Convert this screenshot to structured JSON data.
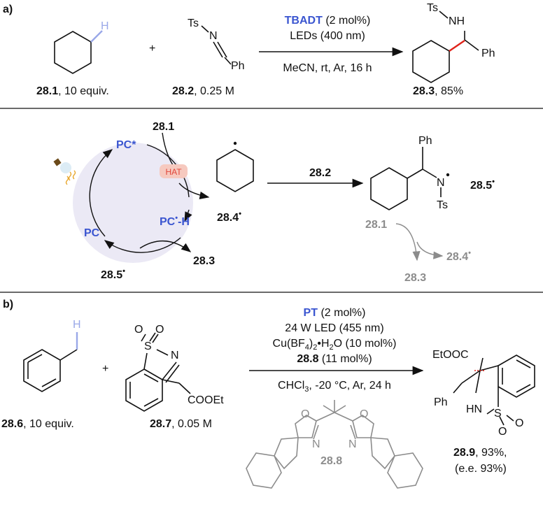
{
  "colors": {
    "accent_blue": "#3a55d0",
    "hat_red": "#e0463a",
    "hat_bg": "#f6c9bf",
    "bond_red": "#e0231a",
    "gray": "#8c8c8c",
    "cycle_fill": "#ebe9f5"
  },
  "section_a": {
    "label": "a)",
    "sm1_atom": "H",
    "sm1_id": "28.1",
    "sm1_info": ", 10 equiv.",
    "sm2_ts": "Ts",
    "sm2_n": "N",
    "sm2_ph": "Ph",
    "sm2_id": "28.2",
    "sm2_info": ", 0.25 M",
    "plus": "+",
    "cond_catalyst": "TBADT",
    "cond_cat_load": " (2 mol%)",
    "cond_light": "LEDs (400 nm)",
    "cond_solvent": "MeCN, rt, Ar, 16 h",
    "prod_ts": "Ts",
    "prod_nh": "NH",
    "prod_ph": "Ph",
    "prod_id": "28.3",
    "prod_info": ", 85%"
  },
  "mechanism": {
    "pc_star": "PC*",
    "pc": "PC",
    "pch": "PC",
    "pch_dot": "•",
    "pch_h": "-H",
    "hat": "HAT",
    "in_28_1": "28.1",
    "out_28_3": "28.3",
    "in_28_5": "28.5",
    "dot": "•",
    "radical_id": "28.4",
    "arrow_label": "28.2",
    "ts": "Ts",
    "n": "N",
    "ph": "Ph",
    "adduct_id": "28.5",
    "gray_28_1": "28.1",
    "gray_28_4": "28.4",
    "gray_28_3": "28.3"
  },
  "section_b": {
    "label": "b)",
    "sm1_atom": "H",
    "sm1_id": "28.6",
    "sm1_info": ", 10 equiv.",
    "plus": "+",
    "sm2_s": "S",
    "sm2_n": "N",
    "sm2_o1": "O",
    "sm2_o2": "O",
    "sm2_ester": "COOEt",
    "sm2_id": "28.7",
    "sm2_info": ", 0.05 M",
    "cond_catalyst": "PT",
    "cond_cat_load": " (2 mol%)",
    "cond_light": "24 W LED (455 nm)",
    "cond_cu": "Cu(BF",
    "cond_cu_sub": "4",
    "cond_cu_rest": ")",
    "cond_cu_sub2": "2",
    "cond_cu_tail": "•H",
    "cond_cu_sub3": "2",
    "cond_cu_end": "O (10 mol%)",
    "cond_ligand": "28.8",
    "cond_ligand_load": " (11 mol%)",
    "cond_solvent": "CHCl",
    "cond_solvent_sub": "3",
    "cond_solvent_rest": ", -20 °C, Ar, 24 h",
    "ligand_id": "28.8",
    "lig_o": "O",
    "lig_n": "N",
    "prod_ester": "EtOOC",
    "prod_hn": "HN",
    "prod_s": "S",
    "prod_o1": "O",
    "prod_o2": "O",
    "prod_ph": "Ph",
    "prod_id": "28.9",
    "prod_info": ", 93%,",
    "prod_ee": "(e.e. 93%)"
  }
}
